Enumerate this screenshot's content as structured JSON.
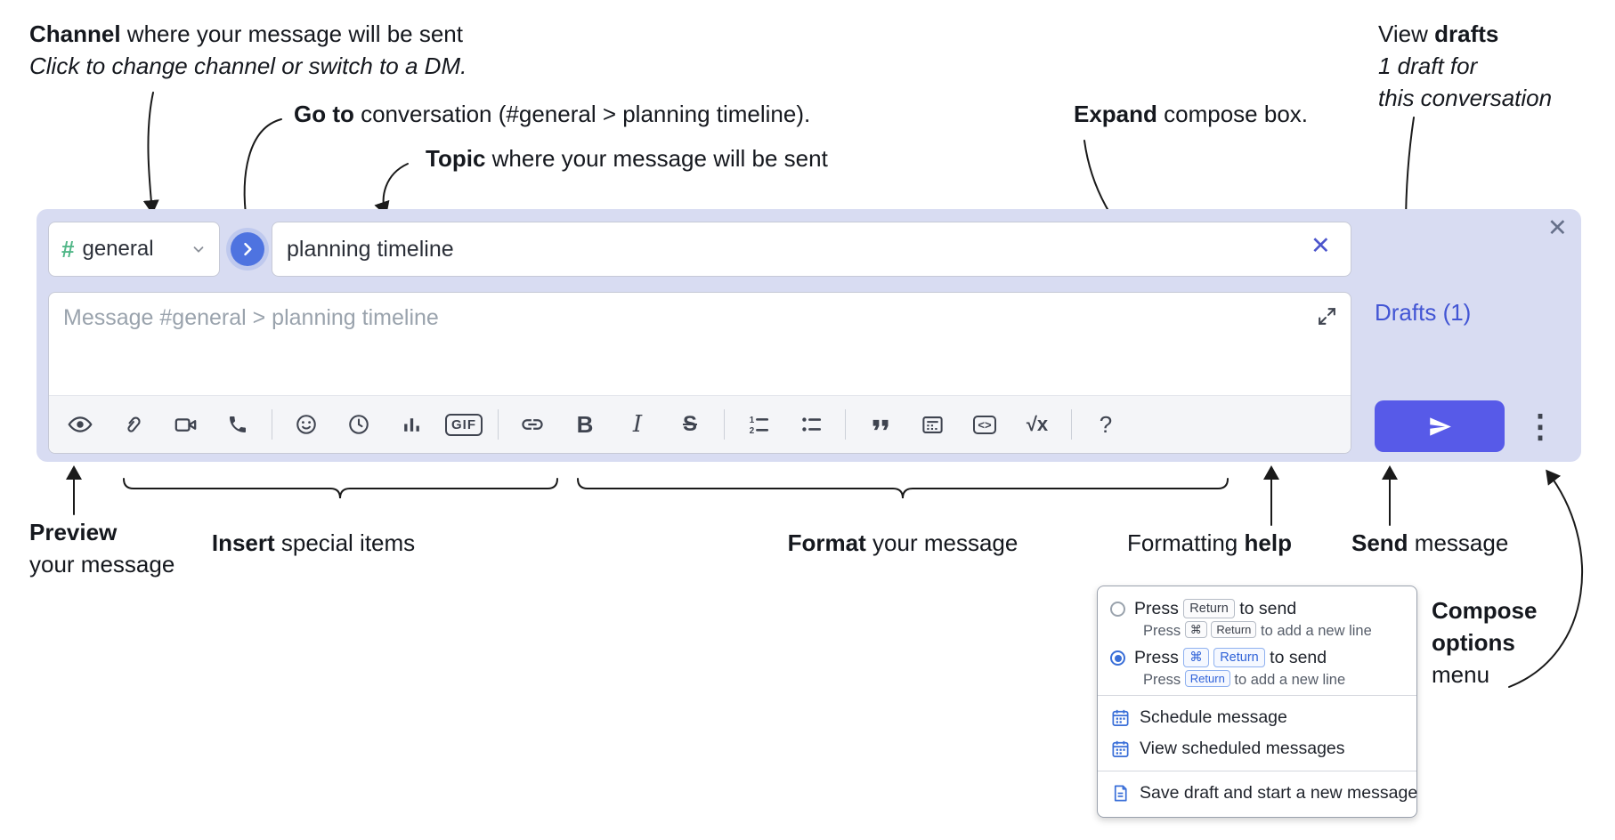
{
  "annotations": {
    "channel": {
      "b": "Channel",
      "t": " where your message will be sent",
      "sub": "Click to change channel or switch to a DM."
    },
    "goto": {
      "b": "Go to",
      "t": " conversation (#general > planning timeline)."
    },
    "topic": {
      "b": "Topic",
      "t": " where your message will be sent"
    },
    "expand": {
      "b": "Expand",
      "t": " compose box."
    },
    "view_drafts": {
      "t": "View ",
      "b": "drafts",
      "sub1": "1 draft for",
      "sub2": "this conversation"
    },
    "preview": {
      "b": "Preview",
      "sub": "your message"
    },
    "insert": {
      "b": "Insert",
      "t": " special items"
    },
    "format": {
      "b": "Format",
      "t": " your message"
    },
    "help": {
      "t": "Formatting ",
      "b": "help"
    },
    "send": {
      "b": "Send",
      "t": " message"
    },
    "compose_options": {
      "l1": "Compose",
      "l2": "options",
      "l3": "menu"
    }
  },
  "compose": {
    "channel": {
      "hash": "#",
      "name": "general",
      "chevron_icon": "chevron-down-icon"
    },
    "goto_icon": "chevron-right-icon",
    "topic_value": "planning timeline",
    "clear_x": "✕",
    "close_x": "✕",
    "placeholder": "Message #general > planning timeline",
    "drafts_link": "Drafts (1)",
    "ellipsis": "⋮"
  },
  "toolbar": {
    "icons": [
      "preview-icon",
      "attach-file-icon",
      "video-call-icon",
      "audio-call-icon",
      "emoji-icon",
      "time-icon",
      "poll-icon",
      "gif-icon",
      "link-icon",
      "bold-icon",
      "italic-icon",
      "strikethrough-icon",
      "numbered-list-icon",
      "bulleted-list-icon",
      "quote-icon",
      "spoiler-icon",
      "code-icon",
      "math-icon",
      "help-icon"
    ],
    "glyphs": {
      "bold": "B",
      "italic": "I",
      "strike": "S",
      "gif": "GIF",
      "code": "<>",
      "math": "√x",
      "help": "?"
    }
  },
  "menu": {
    "option1": {
      "press": "Press",
      "key": "Return",
      "after": "to send",
      "sub_press": "Press",
      "sub_key1": "⌘",
      "sub_key2": "Return",
      "sub_after": "to add a new line"
    },
    "option2": {
      "press": "Press",
      "key1": "⌘",
      "key2": "Return",
      "after": "to send",
      "sub_press": "Press",
      "sub_key": "Return",
      "sub_after": "to add a new line"
    },
    "items": [
      {
        "icon": "calendar-icon",
        "label": "Schedule message"
      },
      {
        "icon": "calendar-icon",
        "label": "View scheduled messages"
      },
      {
        "icon": "save-draft-icon",
        "label": "Save draft and start a new message"
      }
    ]
  },
  "colors": {
    "compose_bg": "#d8dcf2",
    "accent_blue": "#4e73e0",
    "send_button": "#575ae8",
    "drafts_link": "#4255d4",
    "channel_hash": "#52b788",
    "menu_accent": "#3a6fd8",
    "arrow": "#1a1a1a"
  }
}
